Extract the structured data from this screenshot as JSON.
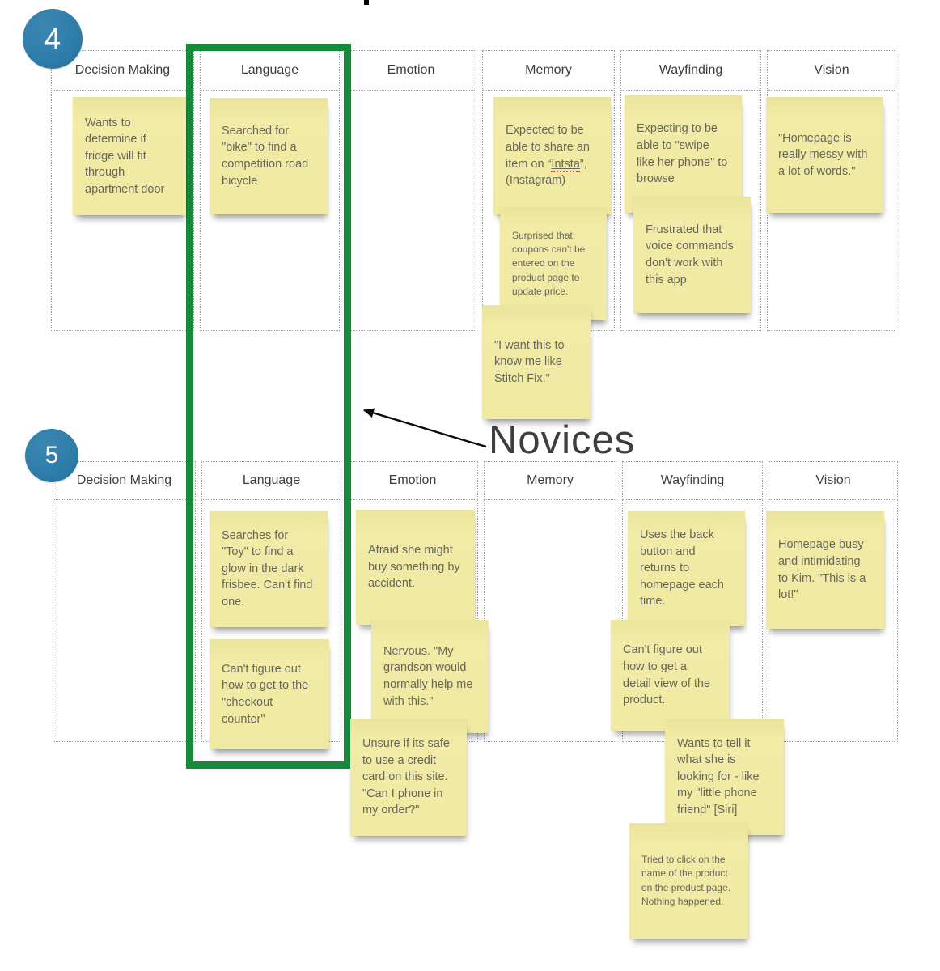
{
  "columns": [
    "Decision Making",
    "Language",
    "Emotion",
    "Memory",
    "Wayfinding",
    "Vision"
  ],
  "badges": {
    "row4": "4",
    "row5": "5"
  },
  "annotation": {
    "label": "Novices"
  },
  "colors": {
    "highlight_green": "#17893b",
    "badge_blue": "#2e7ca8",
    "note_yellow": "#f0e9a2",
    "note_text": "#67675c"
  },
  "notes": {
    "dm4": {
      "text": "Wants to determine if fridge will fit through apartment door"
    },
    "lang4": {
      "text": "Searched for \"bike\" to find a competition road bicycle"
    },
    "mem4a": {
      "pre": "Expected to be able to share an item on “",
      "misspelled": "Intsta",
      "post": "”, (Instagram)"
    },
    "mem4b": {
      "text": "Surprised that coupons can't be entered on the product page to update price."
    },
    "mem4c": {
      "text": "\"I want this to know me like Stitch Fix.\""
    },
    "way4a": {
      "text": "Expecting to be able to \"swipe like her phone\" to browse"
    },
    "way4b": {
      "text": "Frustrated that voice commands don't work with this app"
    },
    "vis4": {
      "text": "\"Homepage is really messy with a lot of words.\""
    },
    "lang5a": {
      "text": "Searches for \"Toy\" to find a glow in the dark frisbee. Can't find one."
    },
    "lang5b": {
      "text": "Can't figure out how to get to the \"checkout counter\""
    },
    "emo5a": {
      "text": "Afraid she might buy something by accident."
    },
    "emo5b": {
      "text": "Nervous. \"My grandson would normally help me with this.\""
    },
    "emo5c": {
      "text": "Unsure if its safe to use a credit card on this site. \"Can I phone in my order?\""
    },
    "way5a": {
      "text": "Uses the back button and returns to homepage each time."
    },
    "way5b": {
      "text": "Can't figure out how to get a detail view of the product."
    },
    "way5c": {
      "text": "Wants to tell it what she is looking for - like my \"little phone friend\" [Siri]"
    },
    "way5d": {
      "text": "Tried to click on the name of the product on the product page. Nothing happened."
    },
    "vis5": {
      "text": "Homepage busy and intimidating to Kim. \"This is a lot!\""
    }
  }
}
